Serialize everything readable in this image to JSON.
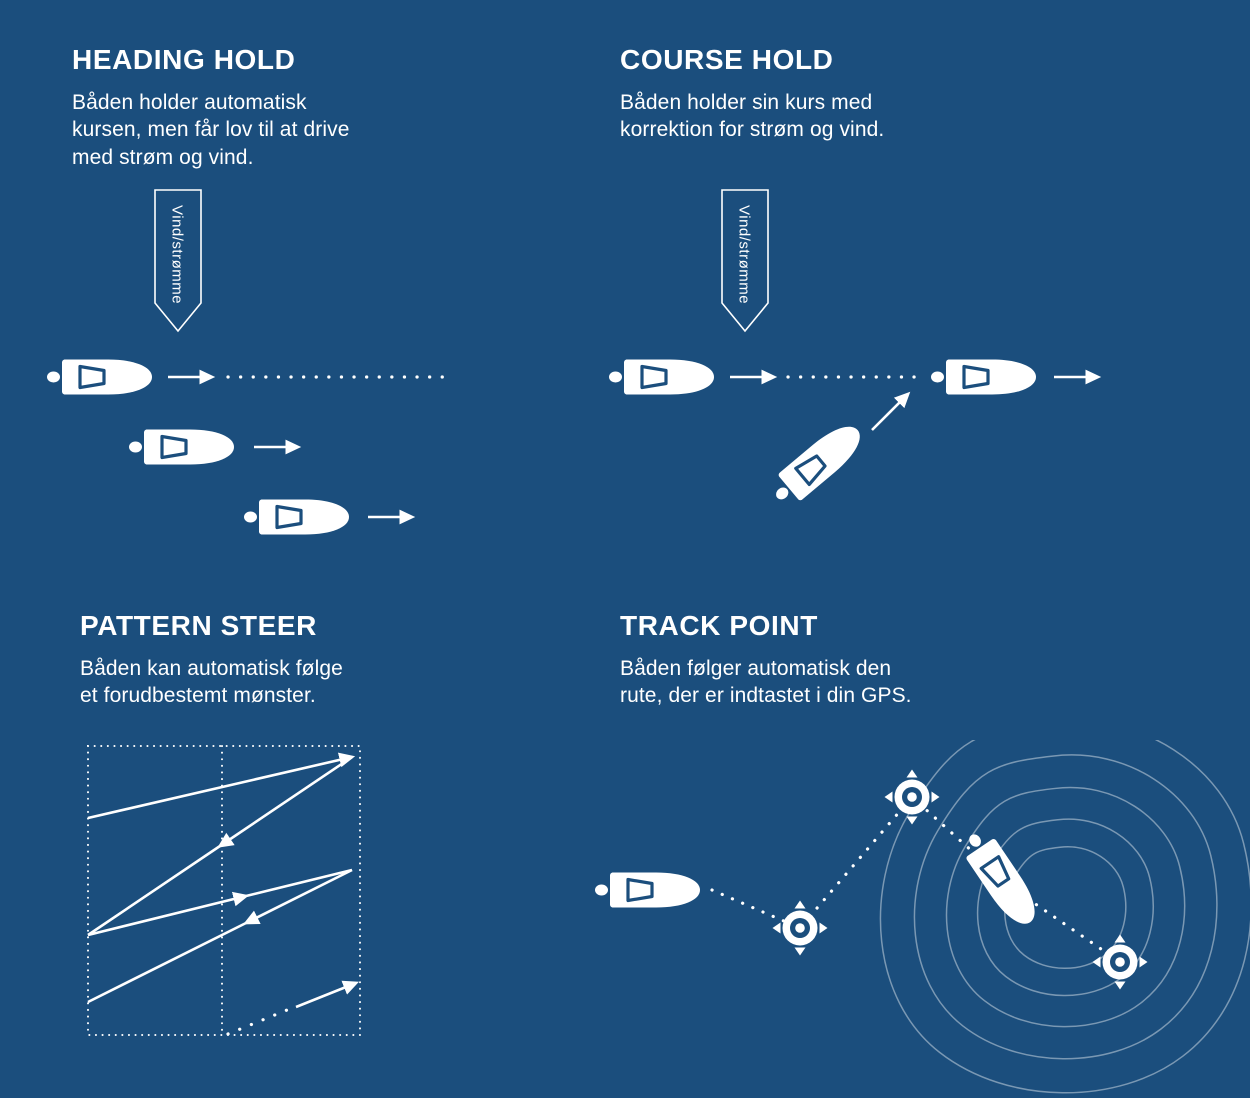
{
  "colors": {
    "background": "#1b4e7d",
    "foreground": "#ffffff"
  },
  "icons": {
    "boat-icon": "top-down white motorboat with outboard motor and console outline",
    "waypoint-icon": "circular GPS waypoint marker with four outward triangles",
    "wind-arrow-icon": "outlined downward banner arrow",
    "direction-arrow-icon": "thin white arrow",
    "contour-lines-icon": "nested irregular depth contour rings"
  },
  "panels": {
    "heading_hold": {
      "title": "HEADING HOLD",
      "desc_lines": [
        "Båden holder automatisk",
        "kursen, men får lov til at drive",
        "med strøm og vind."
      ],
      "wind_label": "Vind/strømme"
    },
    "course_hold": {
      "title": "COURSE HOLD",
      "desc_lines": [
        "Båden holder sin kurs med",
        "korrektion for strøm og vind."
      ],
      "wind_label": "Vind/strømme"
    },
    "pattern_steer": {
      "title": "PATTERN STEER",
      "desc_lines": [
        "Båden kan automatisk følge",
        "et forudbestemt mønster."
      ]
    },
    "track_point": {
      "title": "TRACK POINT",
      "desc_lines": [
        "Båden følger automatisk den",
        "rute, der er indtastet i din GPS."
      ]
    }
  }
}
